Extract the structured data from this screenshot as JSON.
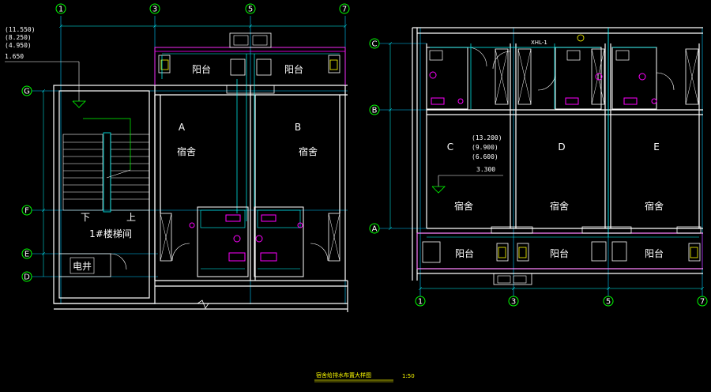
{
  "axes_left": {
    "top": [
      "1",
      "3",
      "5",
      "7"
    ],
    "side": [
      "G",
      "F",
      "E",
      "D"
    ]
  },
  "axes_right": {
    "side": [
      "C",
      "B",
      "A"
    ],
    "bottom": [
      "1",
      "3",
      "5",
      "7"
    ]
  },
  "levels_left": [
    "(11.550)",
    "(8.250)",
    "(4.950)",
    "1.650"
  ],
  "levels_right": [
    "(13.200)",
    "(9.900)",
    "(6.600)",
    "3.300"
  ],
  "rooms_left": {
    "A_letter": "A",
    "A_name": "宿舍",
    "B_letter": "B",
    "B_name": "宿舍",
    "balcony": "阳台",
    "stair_down": "下",
    "stair_up": "上",
    "stair_name": "1#楼梯间",
    "shaft": "电井"
  },
  "rooms_right": {
    "C_letter": "C",
    "D_letter": "D",
    "E_letter": "E",
    "dorm": "宿舍",
    "balcony": "阳台",
    "pipe_tag": "XHL-1"
  },
  "drawing_title": "宿舍给排水布置大样图",
  "scale": "1:50",
  "colors": {
    "wall": "#ffffff",
    "axis": "#00ff00",
    "pipe": "#00ffff",
    "fixture": "#ff00ff",
    "accent": "#ffff00",
    "dim": "#00ffff"
  }
}
